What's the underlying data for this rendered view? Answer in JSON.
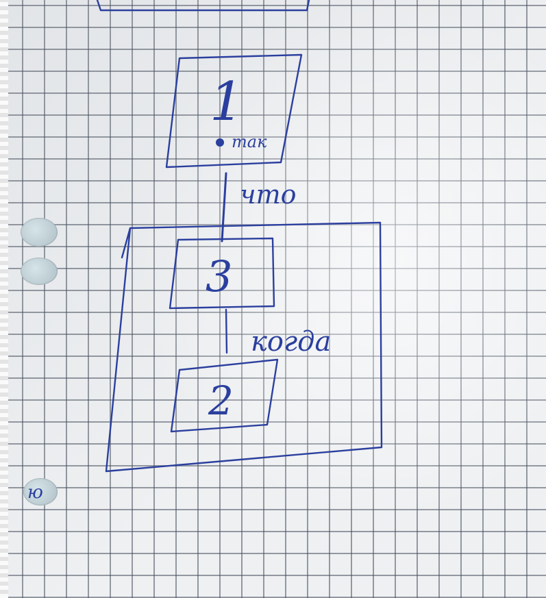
{
  "diagram": {
    "nodes": [
      {
        "id": "1",
        "label": "1",
        "annotation": "так"
      },
      {
        "id": "3",
        "label": "3"
      },
      {
        "id": "2",
        "label": "2"
      }
    ],
    "edges": [
      {
        "from": "1",
        "to": "3",
        "label": "что"
      },
      {
        "from": "3",
        "to": "2",
        "label": "когда"
      }
    ],
    "margin_mark": "ю",
    "colors": {
      "ink": "#2b3f9e",
      "grid": "#4e566a",
      "paper": "#eef0f2"
    }
  }
}
